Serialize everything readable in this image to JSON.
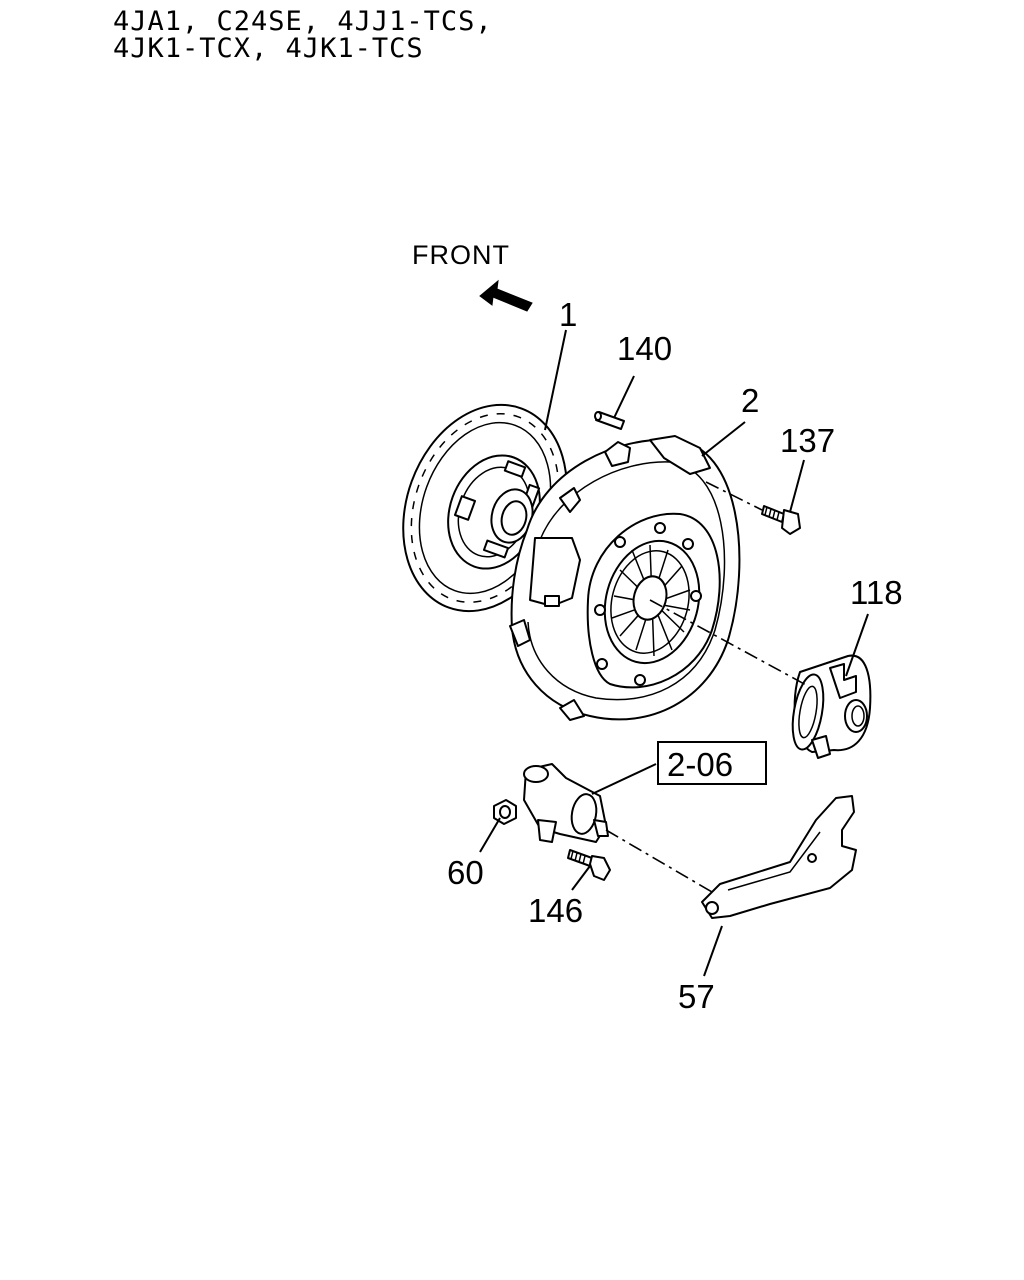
{
  "header": {
    "line1": "4JA1, C24SE, 4JJ1-TCS,",
    "line2": "4JK1-TCX, 4JK1-TCS"
  },
  "direction_label": "FRONT",
  "callouts": {
    "clutch_disc": "1",
    "pin": "140",
    "pressure_plate": "2",
    "bolt_137": "137",
    "release_bearing": "118",
    "reference": "2-06",
    "nut": "60",
    "bolt_146": "146",
    "release_fork": "57"
  }
}
